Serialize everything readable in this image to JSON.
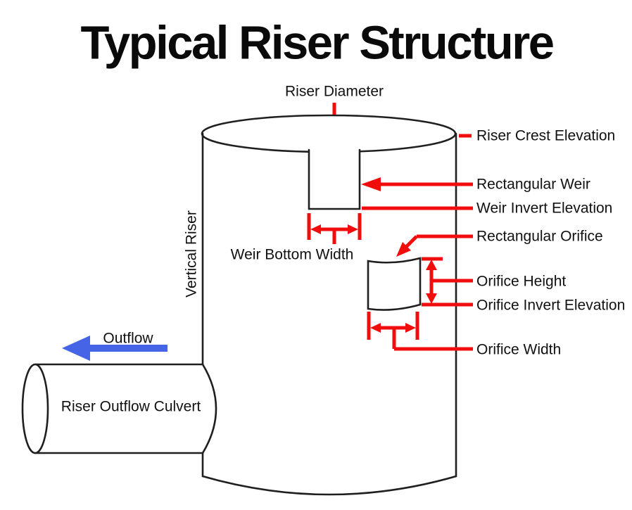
{
  "title": "Typical Riser Structure",
  "colors": {
    "annotation_red": "#f20d0d",
    "outflow_blue": "#4565e6",
    "outline_black": "#1f1f1f"
  },
  "diagram": {
    "riser_diameter_label": "Riser Diameter",
    "vertical_riser_label": "Vertical Riser",
    "weir_bottom_width_label": "Weir Bottom Width",
    "outflow_label": "Outflow",
    "culvert_label": "Riser Outflow Culvert",
    "right_labels": [
      "Riser Crest Elevation",
      "Rectangular Weir",
      "Weir Invert Elevation",
      "Rectangular Orifice",
      "Orifice Height",
      "Orifice Invert Elevation",
      "Orifice Width"
    ]
  }
}
